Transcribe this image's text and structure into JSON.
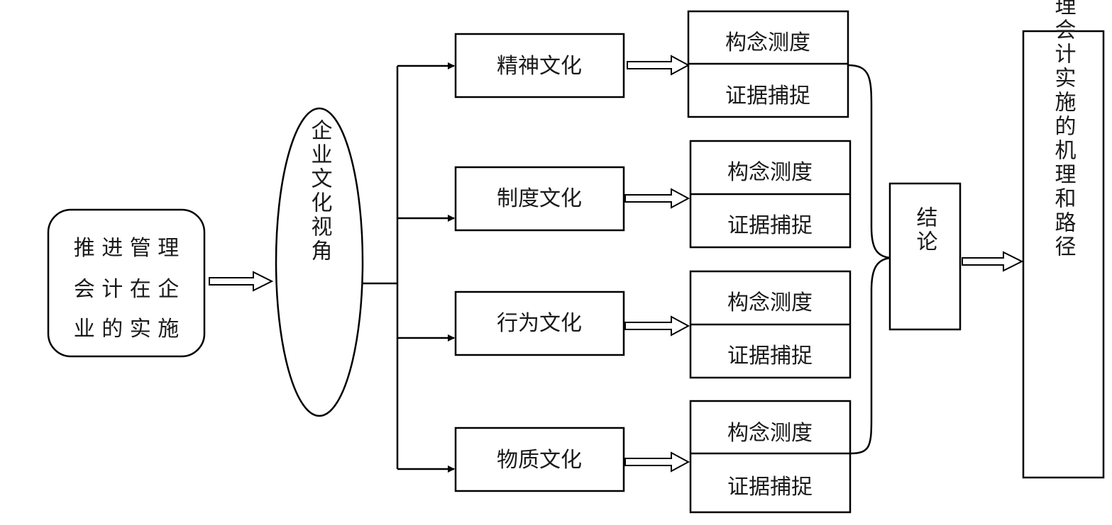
{
  "start": {
    "lines": [
      "推 进 管 理",
      "会 计 在 企",
      "业 的 实 施"
    ]
  },
  "perspective": {
    "label": "企业文化视角"
  },
  "cultures": [
    {
      "name": "精神文化",
      "measure": "构念测度",
      "evidence": "证据捕捉"
    },
    {
      "name": "制度文化",
      "measure": "构念测度",
      "evidence": "证据捕捉"
    },
    {
      "name": "行为文化",
      "measure": "构念测度",
      "evidence": "证据捕捉"
    },
    {
      "name": "物质文化",
      "measure": "构念测度",
      "evidence": "证据捕捉"
    }
  ],
  "conclusion": {
    "label": "结论"
  },
  "result": {
    "label": "企业文化影响管理会计实施的机理和路径"
  }
}
